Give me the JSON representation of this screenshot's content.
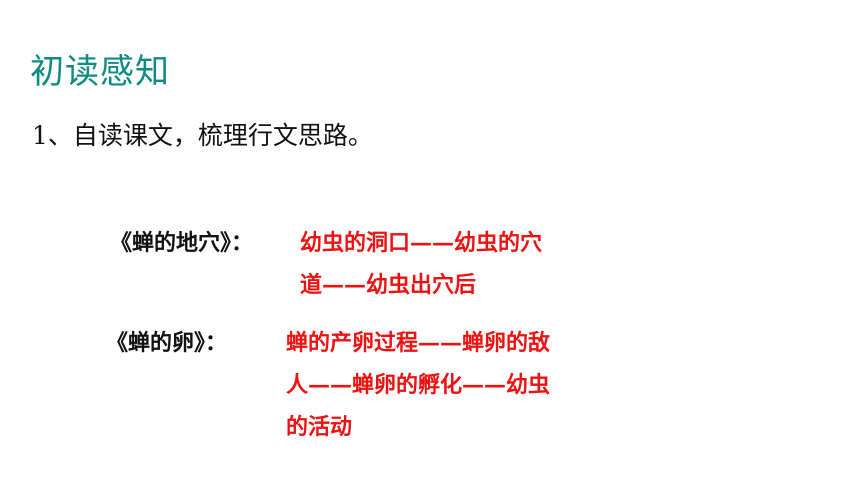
{
  "slide": {
    "title": "初读感知",
    "intro": "1、自读课文，梳理行文思路。",
    "items": [
      {
        "label": "《蝉的地穴》：",
        "lines": [
          "幼虫的洞口——幼虫的穴",
          "道——幼虫出穴后"
        ]
      },
      {
        "label": "《蝉的卵》：",
        "lines": [
          "蝉的产卵过程——蝉卵的敌",
          "人——蝉卵的孵化——幼虫",
          "的活动"
        ]
      }
    ]
  },
  "colors": {
    "title": "#0f8a80",
    "body_text": "#111111",
    "highlight": "#ee1111",
    "background": "#ffffff"
  }
}
